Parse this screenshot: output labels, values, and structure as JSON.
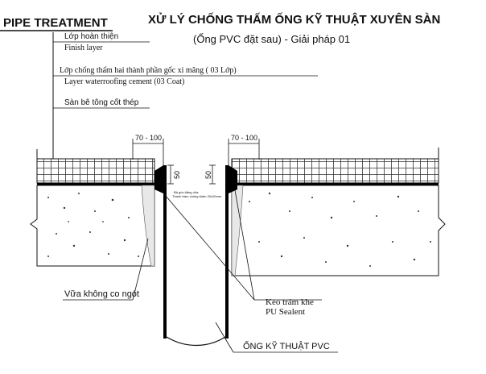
{
  "header": {
    "left_title": "PIPE TREATMENT",
    "title": "XỬ LÝ CHỐNG THẤM ỐNG KỸ THUẬT XUYÊN SÀN",
    "subtitle": "(Ống PVC đặt sau) - Giải pháp 01"
  },
  "layers": {
    "finish_vi": "Lớp hoàn thiện",
    "finish_en": "Finish layer",
    "waterproof_vi": "Lớp chống thấm hai thành phần gốc xi măng ( 03 Lớp)",
    "waterproof_en": "Layer waterroofing cement (03 Coat)",
    "slab": "Sàn bê tông cốt thép"
  },
  "dimensions": {
    "width_left": "70 - 100",
    "width_right": "70 - 100",
    "depth_left": "50",
    "depth_right": "50",
    "tiny_note_1": "Bả góc bằng vữa",
    "tiny_note_2": "Thanh trám chống thấm 20x20mm"
  },
  "callouts": {
    "mortar": "Vữa không co ngót",
    "sealant_vi": "Keo trám khe",
    "sealant_en": "PU Sealent",
    "pipe": "ỐNG KỸ THUẬT PVC"
  }
}
